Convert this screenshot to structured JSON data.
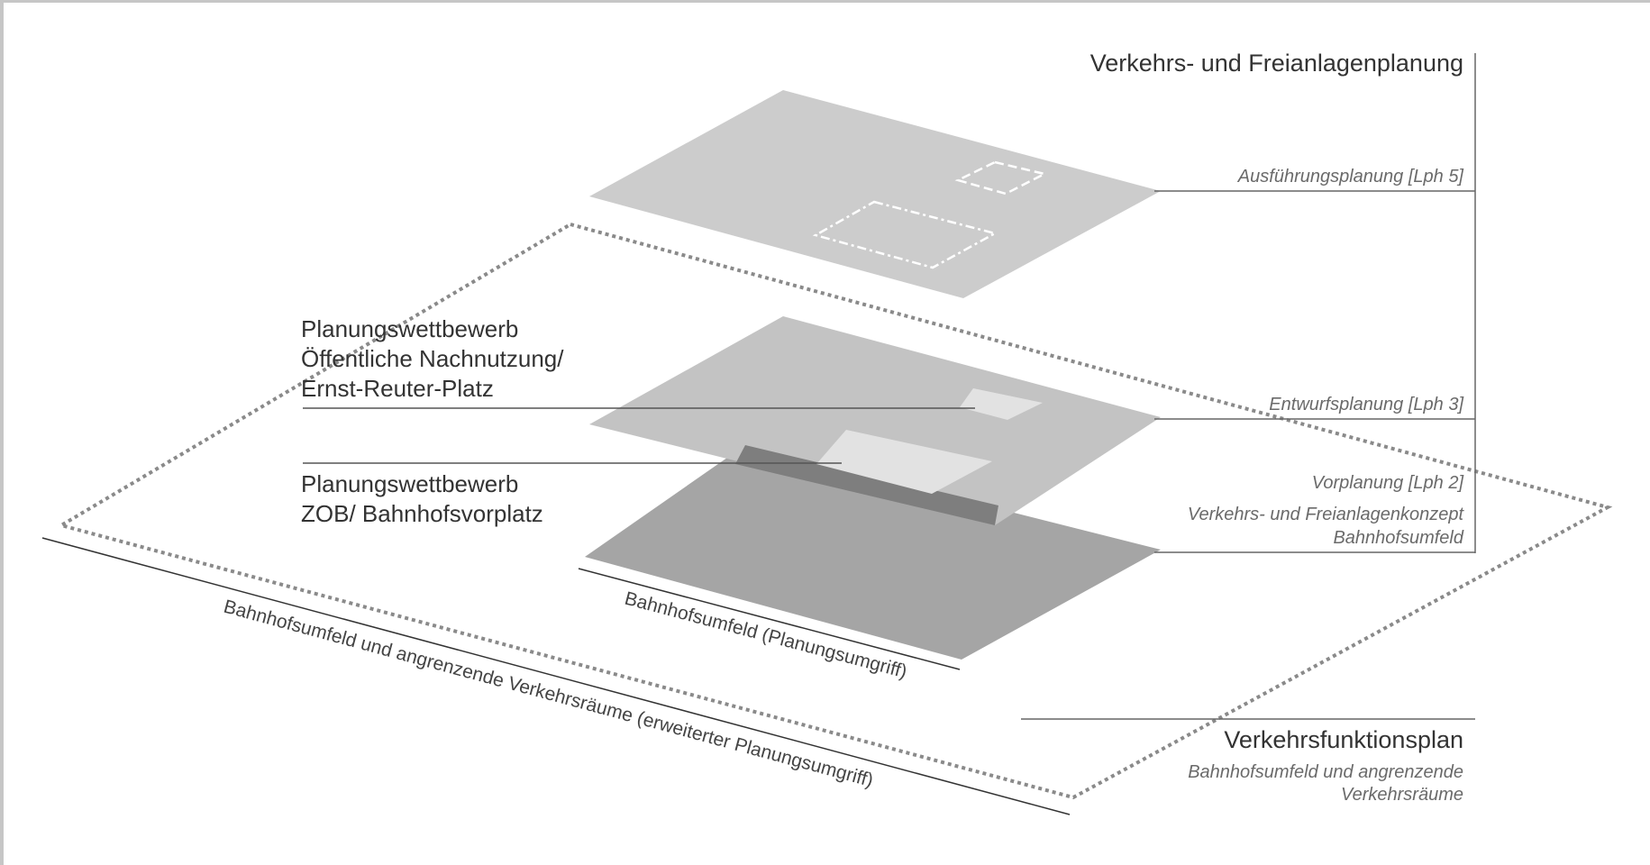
{
  "top_right": {
    "title": "Verkehrs- und Freianlagenplanung",
    "ausfuehrung": "Ausführungsplanung [Lph 5]",
    "entwurf": "Entwurfsplanung [Lph 3]",
    "vorplanung": "Vorplanung [Lph 2]",
    "konzept_line1": "Verkehrs- und Freianlagenkonzept",
    "konzept_line2": "Bahnhofsumfeld"
  },
  "left_labels": {
    "wettbewerb1_line1": "Planungswettbewerb",
    "wettbewerb1_line2": "Öffentliche Nachnutzung/",
    "wettbewerb1_line3": "Ernst-Reuter-Platz",
    "wettbewerb2_line1": "Planungswettbewerb",
    "wettbewerb2_line2": "ZOB/ Bahnhofsvorplatz"
  },
  "bottom_right": {
    "title": "Verkehrsfunktionsplan",
    "sub_line1": "Bahnhofsumfeld und angrenzende",
    "sub_line2": "Verkehrsräume"
  },
  "edge_labels": {
    "planungsumgriff": "Bahnhofsumfeld (Planungsumgriff)",
    "erweitert": "Bahnhofsumfeld und angrenzende Verkehrsräume (erweiterter Planungsumgriff)"
  },
  "colors": {
    "plane_top": "#cccccc",
    "plane_middle": "#c3c3c3",
    "plane_bottom": "#a5a5a5",
    "overlap": "#7e7e7e",
    "highlight": "#e2e2e2",
    "line": "#666666",
    "dotted": "#8a8a8a"
  }
}
